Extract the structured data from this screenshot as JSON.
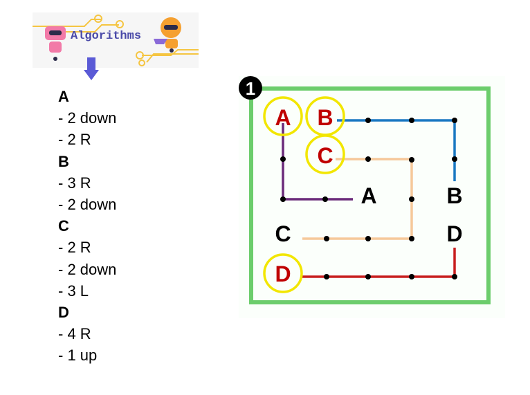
{
  "logo": {
    "title": "Algorithms"
  },
  "instructions": [
    {
      "letter": "A",
      "steps": [
        "- 2 down",
        "- 2 R"
      ]
    },
    {
      "letter": "B",
      "steps": [
        "- 3 R",
        "- 2 down"
      ]
    },
    {
      "letter": "C",
      "steps": [
        "- 2 R",
        "- 2 down",
        "- 3 L"
      ]
    },
    {
      "letter": "D",
      "steps": [
        "- 4 R",
        "- 1 up"
      ]
    }
  ],
  "diagram": {
    "badge": "1",
    "start_labels": [
      "A",
      "B",
      "C",
      "D"
    ],
    "end_labels": [
      "A",
      "B",
      "C",
      "D"
    ],
    "colors": {
      "A": "#6b2a7a",
      "B": "#1a78c2",
      "C": "#f6c89a",
      "D": "#c81e1e",
      "border": "#5cc85c",
      "highlight": "#f2e600",
      "start_text": "#c00000"
    }
  }
}
